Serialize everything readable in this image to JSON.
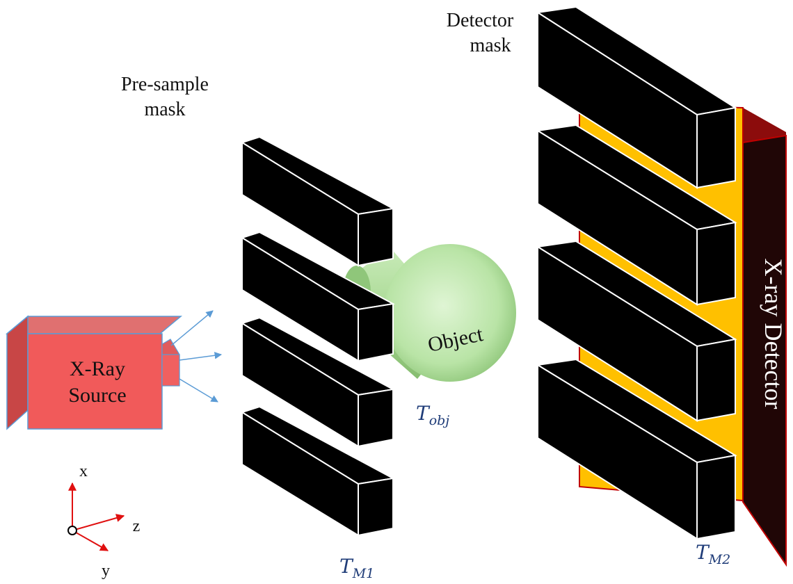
{
  "labels": {
    "pre_sample_mask_line1": "Pre-sample",
    "pre_sample_mask_line2": "mask",
    "detector_mask_line1": "Detector",
    "detector_mask_line2": "mask",
    "source_line1": "X-Ray",
    "source_line2": "Source",
    "object": "Object",
    "detector": "X-ray Detector"
  },
  "math": {
    "t_obj_base": "T",
    "t_obj_sub": "obj",
    "t_m1_base": "T",
    "t_m1_sub": "M1",
    "t_m2_base": "T",
    "t_m2_sub": "M2"
  },
  "axes": {
    "x": "x",
    "y": "y",
    "z": "z"
  },
  "colors": {
    "source_front": "#f15a5a",
    "source_side": "#c84646",
    "detector_body": "#200606",
    "detector_edge": "#8c0c0c",
    "detector_sensor": "#ffc000",
    "object": "#b9e4a6",
    "mask_bar": "#000000",
    "beam": "#5b9bd5",
    "axis": "#e01010"
  }
}
